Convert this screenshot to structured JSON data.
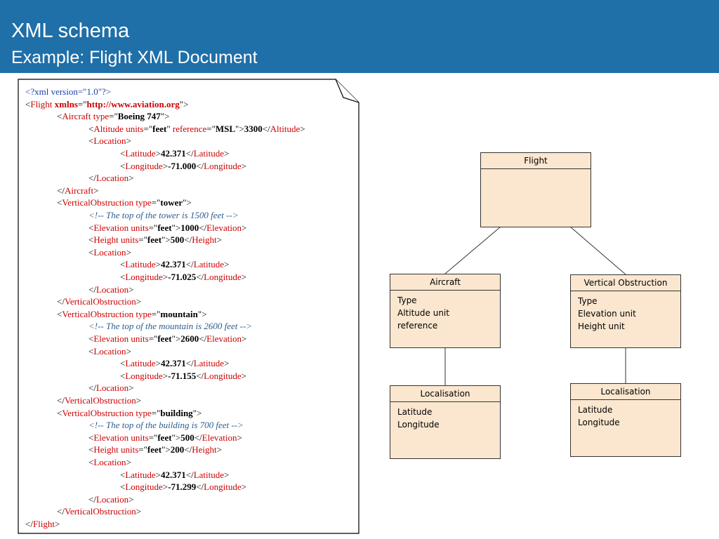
{
  "header": {
    "title": "XML schema",
    "subtitle": "Example: Flight XML Document"
  },
  "xml_lines": [
    [
      [
        "pi",
        "<?xml version=\"1.0\"?>"
      ]
    ],
    [
      [
        "t",
        "<"
      ],
      [
        "n",
        "Flight "
      ],
      [
        "vr",
        "xmlns"
      ],
      [
        "t",
        "=\""
      ],
      [
        "vr",
        "http://www.aviation.org"
      ],
      [
        "t",
        "\">"
      ]
    ],
    [
      [
        "t",
        "<"
      ],
      [
        "n",
        "Aircraft type"
      ],
      [
        "t",
        "=\""
      ],
      [
        "v",
        "Boeing 747"
      ],
      [
        "t",
        "\">"
      ]
    ],
    [
      [
        "t",
        "<"
      ],
      [
        "n",
        "Altitude units"
      ],
      [
        "t",
        "=\""
      ],
      [
        "v",
        "feet"
      ],
      [
        "t",
        "\" "
      ],
      [
        "n",
        "reference"
      ],
      [
        "t",
        "=\""
      ],
      [
        "v",
        "MSL"
      ],
      [
        "t",
        "\">"
      ],
      [
        "v",
        "3300"
      ],
      [
        "t",
        "</"
      ],
      [
        "n",
        "Altitude"
      ],
      [
        "t",
        ">"
      ]
    ],
    [
      [
        "t",
        "<"
      ],
      [
        "n",
        "Location"
      ],
      [
        "t",
        ">"
      ]
    ],
    [
      [
        "t",
        "<"
      ],
      [
        "n",
        "Latitude"
      ],
      [
        "t",
        ">"
      ],
      [
        "v",
        "42.371"
      ],
      [
        "t",
        "</"
      ],
      [
        "n",
        "Latitude"
      ],
      [
        "t",
        ">"
      ]
    ],
    [
      [
        "t",
        "<"
      ],
      [
        "n",
        "Longitude"
      ],
      [
        "t",
        ">"
      ],
      [
        "v",
        "-71.000"
      ],
      [
        "t",
        "</"
      ],
      [
        "n",
        "Longitude"
      ],
      [
        "t",
        ">"
      ]
    ],
    [
      [
        "t",
        "</"
      ],
      [
        "n",
        "Location"
      ],
      [
        "t",
        ">"
      ]
    ],
    [
      [
        "t",
        "</"
      ],
      [
        "n",
        "Aircraft"
      ],
      [
        "t",
        ">"
      ]
    ],
    [
      [
        "t",
        "<"
      ],
      [
        "n",
        "VerticalObstruction type"
      ],
      [
        "t",
        "=\""
      ],
      [
        "v",
        "tower"
      ],
      [
        "t",
        "\">"
      ]
    ],
    [
      [
        "c",
        "<!-- The top of the tower is 1500 feet -->"
      ]
    ],
    [
      [
        "t",
        "<"
      ],
      [
        "n",
        "Elevation units"
      ],
      [
        "t",
        "=\""
      ],
      [
        "v",
        "feet"
      ],
      [
        "t",
        "\">"
      ],
      [
        "v",
        "1000"
      ],
      [
        "t",
        "</"
      ],
      [
        "n",
        "Elevation"
      ],
      [
        "t",
        ">"
      ]
    ],
    [
      [
        "t",
        "<"
      ],
      [
        "n",
        "Height units"
      ],
      [
        "t",
        "=\""
      ],
      [
        "v",
        "feet"
      ],
      [
        "t",
        "\">"
      ],
      [
        "v",
        "500"
      ],
      [
        "t",
        "</"
      ],
      [
        "n",
        "Height"
      ],
      [
        "t",
        ">"
      ]
    ],
    [
      [
        "t",
        "<"
      ],
      [
        "n",
        "Location"
      ],
      [
        "t",
        ">"
      ]
    ],
    [
      [
        "t",
        "<"
      ],
      [
        "n",
        "Latitude"
      ],
      [
        "t",
        ">"
      ],
      [
        "v",
        "42.371"
      ],
      [
        "t",
        "</"
      ],
      [
        "n",
        "Latitude"
      ],
      [
        "t",
        ">"
      ]
    ],
    [
      [
        "t",
        "<"
      ],
      [
        "n",
        "Longitude"
      ],
      [
        "t",
        ">"
      ],
      [
        "v",
        "-71.025"
      ],
      [
        "t",
        "</"
      ],
      [
        "n",
        "Longitude"
      ],
      [
        "t",
        ">"
      ]
    ],
    [
      [
        "t",
        "</"
      ],
      [
        "n",
        "Location"
      ],
      [
        "t",
        ">"
      ]
    ],
    [
      [
        "t",
        "</"
      ],
      [
        "n",
        "VerticalObstruction"
      ],
      [
        "t",
        ">"
      ]
    ],
    [
      [
        "t",
        "<"
      ],
      [
        "n",
        "VerticalObstruction type"
      ],
      [
        "t",
        "=\""
      ],
      [
        "v",
        "mountain"
      ],
      [
        "t",
        "\">"
      ]
    ],
    [
      [
        "c",
        "<!-- The top of the mountain is 2600 feet -->"
      ]
    ],
    [
      [
        "t",
        "<"
      ],
      [
        "n",
        "Elevation units"
      ],
      [
        "t",
        "=\""
      ],
      [
        "v",
        "feet"
      ],
      [
        "t",
        "\">"
      ],
      [
        "v",
        "2600"
      ],
      [
        "t",
        "</"
      ],
      [
        "n",
        "Elevation"
      ],
      [
        "t",
        ">"
      ]
    ],
    [
      [
        "t",
        "<"
      ],
      [
        "n",
        "Location"
      ],
      [
        "t",
        ">"
      ]
    ],
    [
      [
        "t",
        "<"
      ],
      [
        "n",
        "Latitude"
      ],
      [
        "t",
        ">"
      ],
      [
        "v",
        "42.371"
      ],
      [
        "t",
        "</"
      ],
      [
        "n",
        "Latitude"
      ],
      [
        "t",
        ">"
      ]
    ],
    [
      [
        "t",
        "<"
      ],
      [
        "n",
        "Longitude"
      ],
      [
        "t",
        ">"
      ],
      [
        "v",
        "-71.155"
      ],
      [
        "t",
        "</"
      ],
      [
        "n",
        "Longitude"
      ],
      [
        "t",
        ">"
      ]
    ],
    [
      [
        "t",
        "</"
      ],
      [
        "n",
        "Location"
      ],
      [
        "t",
        ">"
      ]
    ],
    [
      [
        "t",
        "</"
      ],
      [
        "n",
        "VerticalObstruction"
      ],
      [
        "t",
        ">"
      ]
    ],
    [
      [
        "t",
        "<"
      ],
      [
        "n",
        "VerticalObstruction type"
      ],
      [
        "t",
        "=\""
      ],
      [
        "v",
        "building"
      ],
      [
        "t",
        "\">"
      ]
    ],
    [
      [
        "c",
        "<!-- The top of the building is 700 feet -->"
      ]
    ],
    [
      [
        "t",
        "<"
      ],
      [
        "n",
        "Elevation units"
      ],
      [
        "t",
        "=\""
      ],
      [
        "v",
        "feet"
      ],
      [
        "t",
        "\">"
      ],
      [
        "v",
        "500"
      ],
      [
        "t",
        "</"
      ],
      [
        "n",
        "Elevation"
      ],
      [
        "t",
        ">"
      ]
    ],
    [
      [
        "t",
        "<"
      ],
      [
        "n",
        "Height units"
      ],
      [
        "t",
        "=\""
      ],
      [
        "v",
        "feet"
      ],
      [
        "t",
        "\">"
      ],
      [
        "v",
        "200"
      ],
      [
        "t",
        "</"
      ],
      [
        "n",
        "Height"
      ],
      [
        "t",
        ">"
      ]
    ],
    [
      [
        "t",
        "<"
      ],
      [
        "n",
        "Location"
      ],
      [
        "t",
        ">"
      ]
    ],
    [
      [
        "t",
        "<"
      ],
      [
        "n",
        "Latitude"
      ],
      [
        "t",
        ">"
      ],
      [
        "v",
        "42.371"
      ],
      [
        "t",
        "</"
      ],
      [
        "n",
        "Latitude"
      ],
      [
        "t",
        ">"
      ]
    ],
    [
      [
        "t",
        "<"
      ],
      [
        "n",
        "Longitude"
      ],
      [
        "t",
        ">"
      ],
      [
        "v",
        "-71.299"
      ],
      [
        "t",
        "</"
      ],
      [
        "n",
        "Longitude"
      ],
      [
        "t",
        ">"
      ]
    ],
    [
      [
        "t",
        "</"
      ],
      [
        "n",
        "Location"
      ],
      [
        "t",
        ">"
      ]
    ],
    [
      [
        "t",
        "</"
      ],
      [
        "n",
        "VerticalObstruction"
      ],
      [
        "t",
        ">"
      ]
    ],
    [
      [
        "t",
        "</"
      ],
      [
        "n",
        "Flight"
      ],
      [
        "t",
        ">"
      ]
    ]
  ],
  "diagram": {
    "flight": {
      "title": "Flight",
      "attrs": []
    },
    "aircraft": {
      "title": "Aircraft",
      "attrs": [
        "Type",
        "Altitude unit",
        "reference"
      ]
    },
    "vertical_obstruction": {
      "title": "Vertical Obstruction",
      "attrs": [
        "Type",
        "Elevation unit",
        "Height unit"
      ]
    },
    "localisation_left": {
      "title": "Localisation",
      "attrs": [
        "Latitude",
        "Longitude"
      ]
    },
    "localisation_right": {
      "title": "Localisation",
      "attrs": [
        "Latitude",
        "Longitude"
      ]
    }
  },
  "colors": {
    "header_bg": "#1f6fa8",
    "element_name": "#cc0000",
    "comment": "#2b5d8f",
    "xml_declaration": "#1b3fa8",
    "box_fill": "#fbe7cf"
  }
}
